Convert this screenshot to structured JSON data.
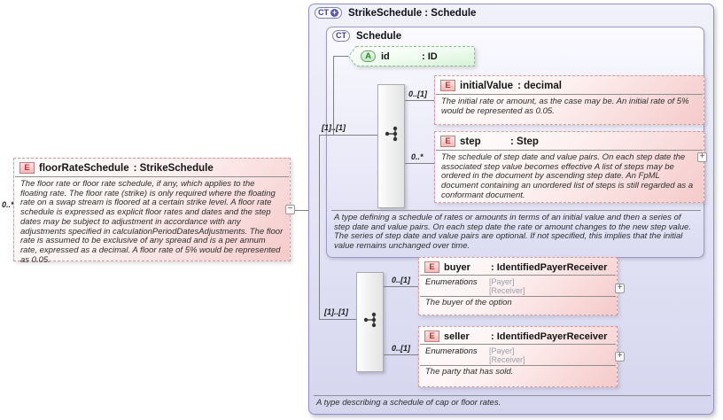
{
  "icons": {
    "sequence": "sequence-compositor-glyph"
  },
  "toggles": {
    "collapse": "−",
    "expand": "+"
  },
  "floorRateSchedule": {
    "badge": "E",
    "name": "floorRateSchedule",
    "type": ": StrikeSchedule",
    "cardinality": "0..*",
    "description": "The floor rate or floor rate schedule, if any, which applies to the floating rate. The floor rate (strike) is only required where the floating rate on a swap stream is floored at a certain strike level. A floor rate schedule is expressed as explicit floor rates and dates and the step dates may be subject to adjustment in accordance with any adjustments specified in calculationPeriodDatesAdjustments. The floor rate is assumed to be exclusive of any spread and is a per annum rate, expressed as a decimal. A floor rate of 5% would be represented as 0.05."
  },
  "strikeSchedule": {
    "badge": "CT",
    "badge_plus": "+",
    "title": "StrikeSchedule : Schedule",
    "description": "A type describing a schedule of cap or floor rates.",
    "content_cardinality": "[1]..[1]",
    "schedule": {
      "badge": "CT",
      "title": "Schedule",
      "description": "A type defining a schedule of rates or amounts in terms of an initial value and then a series of step date and value pairs. On each step date the rate or amount changes to the new step value. The series of step date and value pairs are optional. If not specified, this implies that the initial value remains unchanged over time.",
      "content_cardinality": "[1]..[1]",
      "id_attribute": {
        "badge": "A",
        "name": "id",
        "type": ": ID"
      },
      "initialValue": {
        "badge": "E",
        "name": "initialValue",
        "type": ": decimal",
        "cardinality": "0..[1]",
        "description": "The initial rate or amount, as the case may be. An initial rate of 5% would be represented as 0.05."
      },
      "step": {
        "badge": "E",
        "name": "step",
        "type": ": Step",
        "cardinality": "0..*",
        "description": "The schedule of step date and value pairs. On each step date the associated step value becomes effective A list of steps may be ordered in the document by ascending step date. An FpML document containing an unordered list of steps is still regarded as a conformant document."
      }
    },
    "buyer": {
      "badge": "E",
      "name": "buyer",
      "type": ": IdentifiedPayerReceiver",
      "cardinality": "0..[1]",
      "enumerations_label": "Enumerations",
      "enum_values": [
        "[Payer]",
        "[Receiver]"
      ],
      "description": "The buyer of the option"
    },
    "seller": {
      "badge": "E",
      "name": "seller",
      "type": ": IdentifiedPayerReceiver",
      "cardinality": "0..[1]",
      "enumerations_label": "Enumerations",
      "enum_values": [
        "[Payer]",
        "[Receiver]"
      ],
      "description": "The party that has sold."
    }
  }
}
